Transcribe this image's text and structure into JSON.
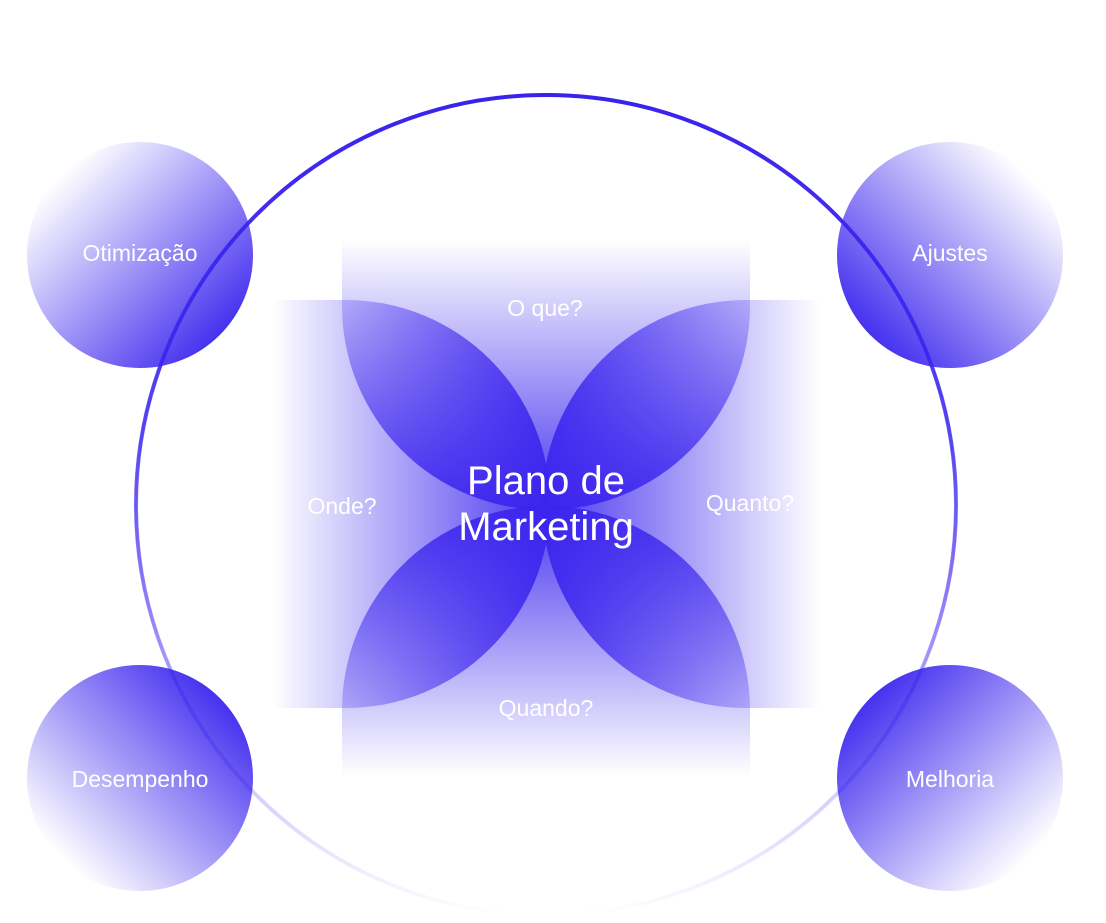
{
  "diagram": {
    "center": {
      "line1": "Plano de",
      "line2": "Marketing"
    },
    "questions": {
      "what": "O que?",
      "where": "Onde?",
      "how_much": "Quanto?",
      "when": "Quando?"
    },
    "corners": {
      "top_left": "Otimização",
      "top_right": "Ajustes",
      "bottom_left": "Desempenho",
      "bottom_right": "Melhoria"
    },
    "colors": {
      "primary": "#3a24ee",
      "ring": "#3c28e6",
      "text": "#ffffff",
      "background": "#ffffff"
    }
  }
}
